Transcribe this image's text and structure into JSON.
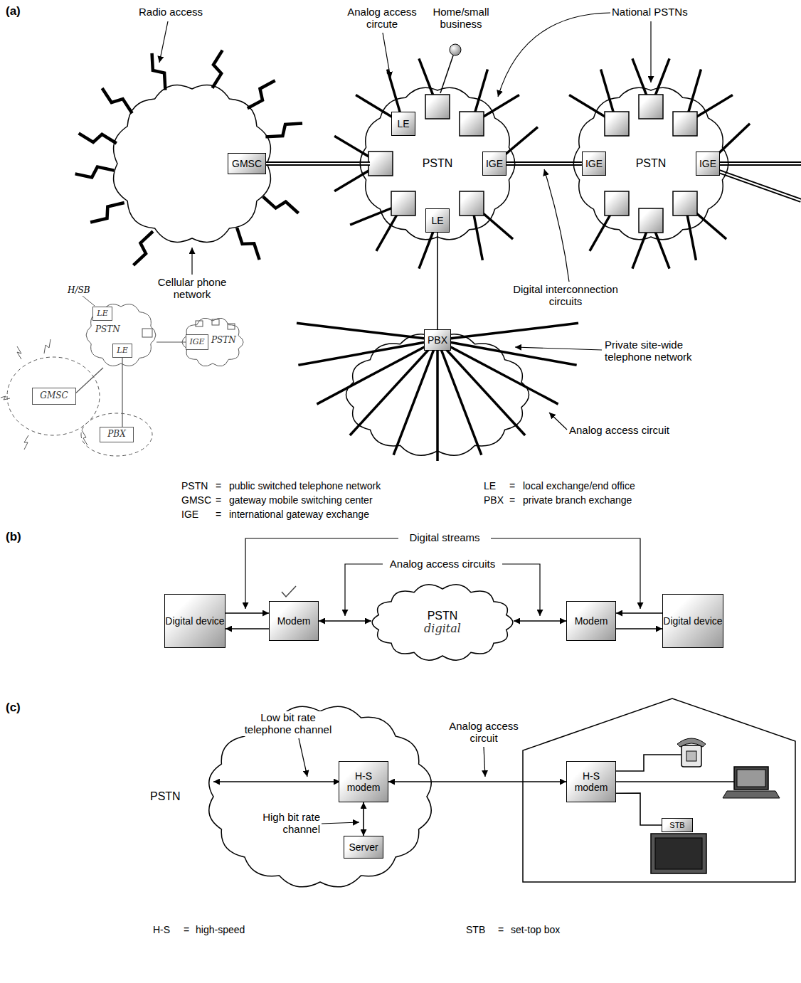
{
  "diagram": {
    "nodes": [
      {
        "text": [
          "GMSC"
        ]
      },
      {
        "text": [
          "PSTN"
        ]
      },
      {
        "text": [
          "LE"
        ],
        "in": 1
      },
      {
        "text": [
          "IGE"
        ],
        "in": 1
      },
      {
        "text": [
          "LE"
        ],
        "in": 1
      },
      {
        "text": [
          "PSTN"
        ]
      },
      {
        "text": [
          "IGE"
        ],
        "in": 5
      },
      {
        "text": [
          "IGE"
        ],
        "in": 5
      },
      {
        "text": [
          "PBX"
        ]
      },
      {
        "text": [
          "PSTN"
        ]
      },
      {
        "text": [
          "LE"
        ],
        "in": 9
      },
      {
        "text": [
          "LE"
        ],
        "in": 9
      },
      {
        "text": [
          "PSTN"
        ]
      },
      {
        "text": [
          "IGE"
        ],
        "in": 12
      },
      {
        "text": [
          "GMSC"
        ]
      },
      {
        "text": [
          "PBX"
        ]
      },
      {
        "text": [
          "Digital device"
        ]
      },
      {
        "text": [
          "Modem"
        ]
      },
      {
        "text": [
          "PSTN",
          "digital"
        ]
      },
      {
        "text": [
          "Modem"
        ]
      },
      {
        "text": [
          "Digital device"
        ]
      },
      {
        "text": [
          "PSTN"
        ]
      },
      {
        "text": [
          "H-S modem"
        ],
        "in": 21
      },
      {
        "text": [
          "Server"
        ],
        "in": 21
      },
      {
        "text": [
          "H-S modem"
        ]
      },
      {
        "text": [
          "STB"
        ]
      }
    ],
    "edges": [
      {
        "from": 0,
        "to": 1,
        "arrow": "none"
      },
      {
        "from": 3,
        "to": 6,
        "arrow": "none"
      },
      {
        "from": 4,
        "to": 8,
        "arrow": "none"
      },
      {
        "from": 14,
        "to": 9,
        "arrow": "none"
      },
      {
        "from": 9,
        "to": 13,
        "arrow": "none"
      },
      {
        "from": 11,
        "to": 15,
        "arrow": "none"
      },
      {
        "from": 16,
        "to": 17,
        "arrow": "to"
      },
      {
        "from": 17,
        "to": 16,
        "arrow": "to"
      },
      {
        "from": 17,
        "to": 18,
        "arrow": "both"
      },
      {
        "from": 18,
        "to": 19,
        "arrow": "both"
      },
      {
        "from": 20,
        "to": 19,
        "arrow": "to"
      },
      {
        "from": 19,
        "to": 20,
        "arrow": "to"
      },
      {
        "from": 22,
        "to": 23,
        "arrow": "both"
      },
      {
        "from": 22,
        "to": 24,
        "arrow": "both"
      },
      {
        "from": 24,
        "to": 25,
        "arrow": "none"
      }
    ],
    "labels": [
      "(a)",
      "Radio access",
      "Analog access circute",
      "Home/small business",
      "National PSTNs",
      "Cellular phone network",
      "Digital interconnection circuits",
      "Private site-wide telephone network",
      "Analog access circuit",
      "PSTN",
      "=",
      "public switched telephone network",
      "GMSC",
      "=",
      "gateway mobile switching center",
      "IGE",
      "=",
      "international gateway exchange",
      "LE",
      "=",
      "local exchange/end office",
      "PBX",
      "=",
      "private branch exchange",
      "H/SB",
      "(b)",
      "Digital streams",
      "Analog access circuits",
      "(c)",
      "Low bit rate telephone channel",
      "High bit rate channel",
      "Analog access circuit",
      "H-S",
      "=",
      "high-speed",
      "STB",
      "=",
      "set-top box"
    ]
  }
}
